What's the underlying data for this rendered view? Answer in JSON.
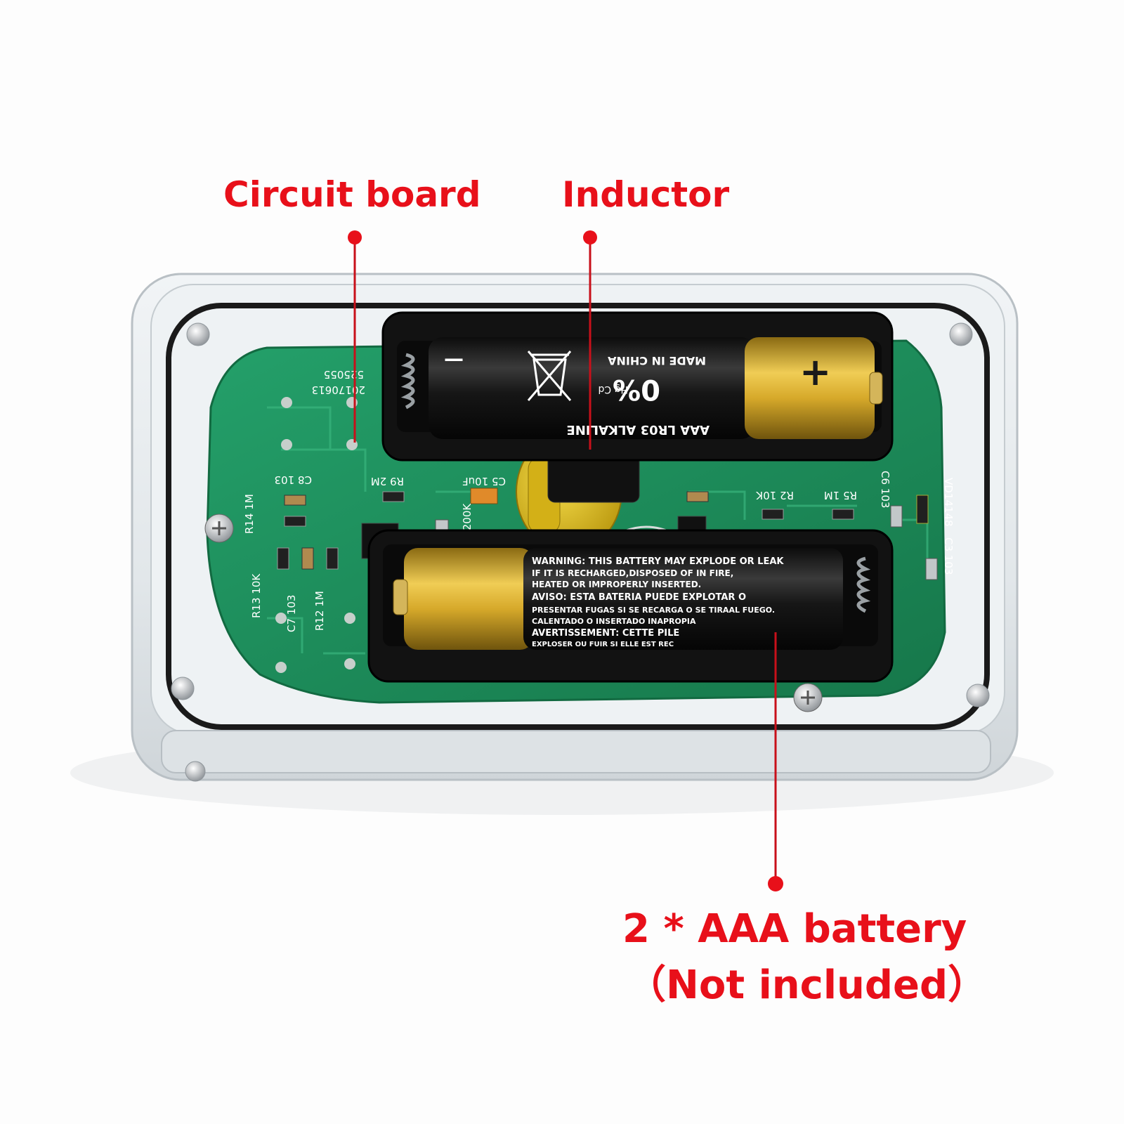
{
  "callouts": {
    "circuit_board": "Circuit board",
    "inductor": "Inductor",
    "battery": "2 * AAA battery",
    "battery_note": "（Not included）"
  },
  "battery_top": {
    "made_in": "MADE IN CHINA",
    "mercury": "0%",
    "hg_cd": "Hg Cd",
    "model": "AAA LR03 ALKALINE",
    "minus": "—",
    "plus": "+"
  },
  "battery_bottom": {
    "warning_line1": "WARNING: THIS BATTERY MAY EXPLODE OR LEAK",
    "warning_line2": "IF IT IS RECHARGED,DISPOSED OF IN FIRE,",
    "warning_line3": "HEATED OR IMPROPERLY INSERTED.",
    "aviso_line1": "AVISO: ESTA BATERIA PUEDE EXPLOTAR O",
    "aviso_line2": "PRESENTAR FUGAS SI SE RECARGA O SE TIRAAL FUEGO.",
    "aviso_line3": "CALENTADO O INSERTADO INAPROPIA",
    "avert_line1": "AVERTISSEMENT: CETTE PILE",
    "avert_line2": "EXPLOSER OU FUIR SI ELLE EST REC"
  },
  "pcb_labels": {
    "code1": "525055",
    "date": "20170613",
    "c8": "C8 103",
    "r14": "R14 1M",
    "r9": "R9 2M",
    "c5": "C5 10uF",
    "r13": "R13 10K",
    "c7": "C7 103",
    "r12": "R12 1M",
    "r3": "R3 200K",
    "r2": "R2 10K",
    "r5": "R5 1M",
    "c6": "C6 103",
    "vd": "VD14148",
    "c3": "C3 103"
  },
  "colors": {
    "callout_red": "#e8101a",
    "pcb_green": "#1f8f5a",
    "battery_gold": "#d6a92a",
    "battery_black": "#1a1a1a",
    "inductor_yellow": "#e3c21c"
  }
}
